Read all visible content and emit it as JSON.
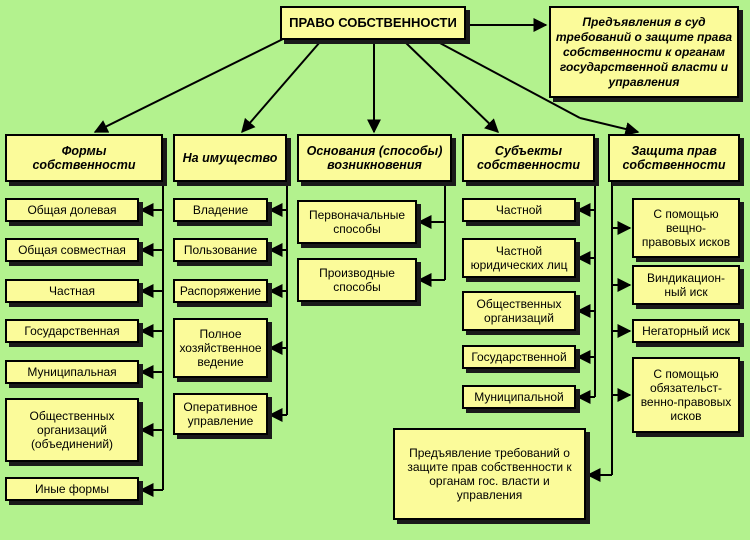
{
  "title": "ПРАВО СОБСТВЕННОСТИ",
  "top_right_note": "Предъявления в суд требований о защите права собственности к органам государственной власти и управления",
  "columns": {
    "forms": {
      "heading": "Формы собственности",
      "items": [
        "Общая долевая",
        "Общая совместная",
        "Частная",
        "Государственная",
        "Муниципальная",
        "Общественных\nорганизаций\n(объединений)",
        "Иные формы"
      ]
    },
    "property": {
      "heading": "На имущество",
      "items": [
        "Владение",
        "Пользование",
        "Распоряжение",
        "Полное\nхозяйственное\nведение",
        "Оперативное\nуправление"
      ]
    },
    "grounds": {
      "heading": "Основания (способы)\nвозникновения",
      "items": [
        "Первоначальные\nспособы",
        "Производные\nспособы"
      ]
    },
    "subjects": {
      "heading": "Субъекты\nсобственности",
      "items": [
        "Частной",
        "Частной\nюридических лиц",
        "Общественных\nорганизаций",
        "Государственной",
        "Муниципальной"
      ],
      "bottom_note": "Предъявление требований о\nзащите прав собственности к\nорганам гос. власти и\nуправления"
    },
    "protection": {
      "heading": "Защита прав\nсобственности",
      "items": [
        "С помощью\nвещно-\nправовых исков",
        "Виндикацион-\nный иск",
        "Негаторный иск",
        "С помощью\nобязательст-\nвенно-правовых\nисков"
      ]
    }
  }
}
